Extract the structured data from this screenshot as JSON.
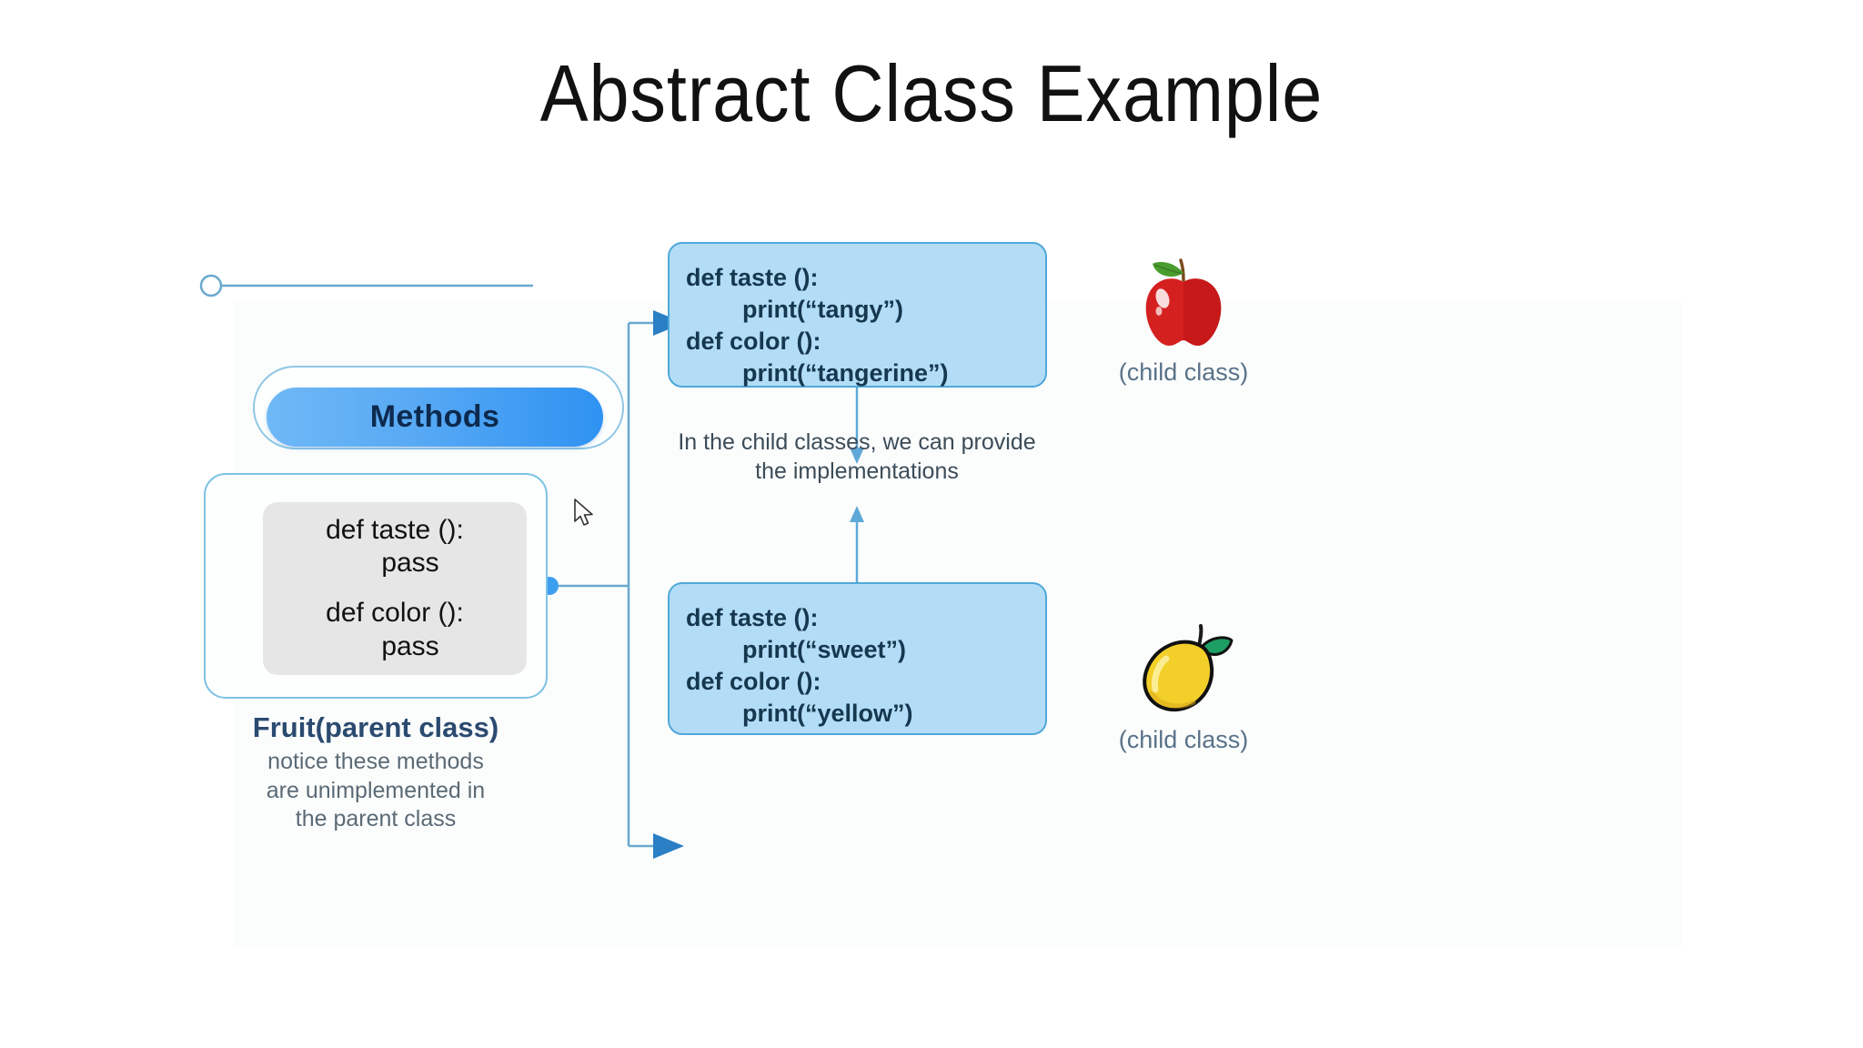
{
  "slide": {
    "title": "Abstract Class Example"
  },
  "diagram": {
    "methods_node": {
      "label": "Methods",
      "pill_gradient_from": "#6fb8f6",
      "pill_gradient_to": "#2f92f2",
      "label_color": "#0d2a4e",
      "connector_circle_icon": "circle-node-icon"
    },
    "parent_class": {
      "title": "Fruit(parent class)",
      "title_color": "#2b4a6f",
      "note_lines": [
        "notice these methods",
        "are unimplemented in",
        "the parent class"
      ],
      "note_color": "#5b6a75",
      "code_lines": [
        {
          "text": "def taste ():",
          "indent": false
        },
        {
          "text": "pass",
          "indent": true
        },
        {
          "text": "def color ():",
          "indent": false
        },
        {
          "text": "pass",
          "indent": true
        }
      ],
      "code_background": "#e6e6e6",
      "border_color": "#7fc3e3"
    },
    "middle_note": {
      "lines": [
        "In the child classes, we can provide",
        "the implementations"
      ],
      "color": "#3c4c58"
    },
    "child_classes": [
      {
        "id": "top",
        "caption": "(child class)",
        "fruit_icon": "apple-icon",
        "fruit_color": "#d52020",
        "leaf_color": "#4a9c2e",
        "code_lines": [
          {
            "text": "def taste ():",
            "indent": false
          },
          {
            "text": "print(“tangy”)",
            "indent": true
          },
          {
            "text": "def color ():",
            "indent": false
          },
          {
            "text": "print(“tangerine”)",
            "indent": true
          }
        ],
        "box_fill": "#b3ddf7",
        "box_border": "#4fa8d8"
      },
      {
        "id": "bottom",
        "caption": "(child class)",
        "fruit_icon": "mango-icon",
        "fruit_color": "#f2cf29",
        "leaf_color": "#1d9e63",
        "code_lines": [
          {
            "text": "def taste ():",
            "indent": false
          },
          {
            "text": "print(“sweet”)",
            "indent": true
          },
          {
            "text": "def color ():",
            "indent": false
          },
          {
            "text": "print(“yellow”)",
            "indent": true
          }
        ],
        "box_fill": "#b3ddf7",
        "box_border": "#4fa8d8"
      }
    ],
    "connector": {
      "line_color": "#6aa9cf",
      "arrow_color": "#2b7fc4",
      "junction_dot_color": "#3d9ef0"
    }
  },
  "cursor": {
    "icon": "mouse-pointer-icon"
  }
}
